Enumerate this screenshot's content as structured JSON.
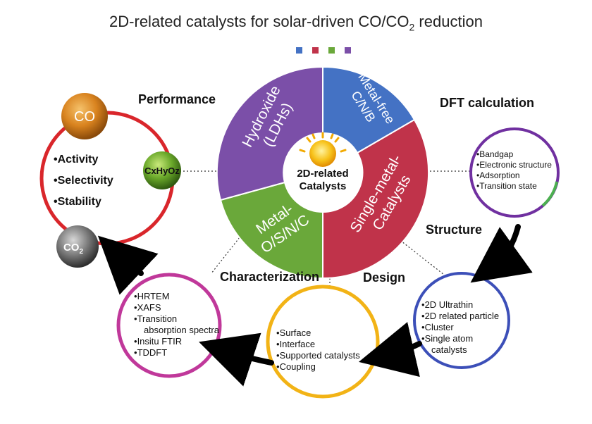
{
  "title": {
    "main": "2D-related catalysts for solar-driven CO/CO",
    "sub": "2",
    "tail": " reduction"
  },
  "wheel": {
    "center_l1": "2D-related",
    "center_l2": "Catalysts",
    "seg_hydroxide_l1": "Hydroxide",
    "seg_hydroxide_l2": "(LDHs)",
    "seg_metalfree_l1": "Metal-free",
    "seg_metalfree_l2": "C/N/B",
    "seg_single_l1": "Single-metal-",
    "seg_single_l2": "Catalysts",
    "seg_metal_l1": "Metal-",
    "seg_metal_l2": "O/S/N/C",
    "legend_colors": [
      "#4472c4",
      "#c0334a",
      "#6aa83a",
      "#7b4fa8"
    ]
  },
  "labels": {
    "performance": "Performance",
    "dft": "DFT calculation",
    "structure": "Structure",
    "characterization": "Characterization",
    "design": "Design"
  },
  "performance": {
    "co": "CO",
    "co2_main": "CO",
    "co2_sub": "2",
    "cxhyoz": "CxHyOz",
    "items": [
      "Activity",
      "Selectivity",
      "Stability"
    ]
  },
  "dft_items": [
    "Bandgap",
    "Electronic structure",
    "Adsorption",
    "Transition state"
  ],
  "structure_items": [
    "2D Ultrathin",
    "2D related particle",
    "Cluster",
    "Single atom",
    "catalysts"
  ],
  "design_items": [
    "Surface",
    "Interface",
    "Supported catalysts",
    "Coupling"
  ],
  "char_items": [
    "HRTEM",
    "XAFS",
    "Transition",
    "absorption spectra",
    "Insitu FTIR",
    "TDDFT"
  ],
  "colors": {
    "hydroxide": "#7b4fa8",
    "metalfree": "#4472c4",
    "single": "#c0334a",
    "metal": "#6aa83a",
    "perf_ring": "#d9262b",
    "dft_ring": "#7030a0",
    "structure_ring": "#3c4fb8",
    "design_ring": "#f2b316",
    "char_ring": "#c0389a"
  }
}
